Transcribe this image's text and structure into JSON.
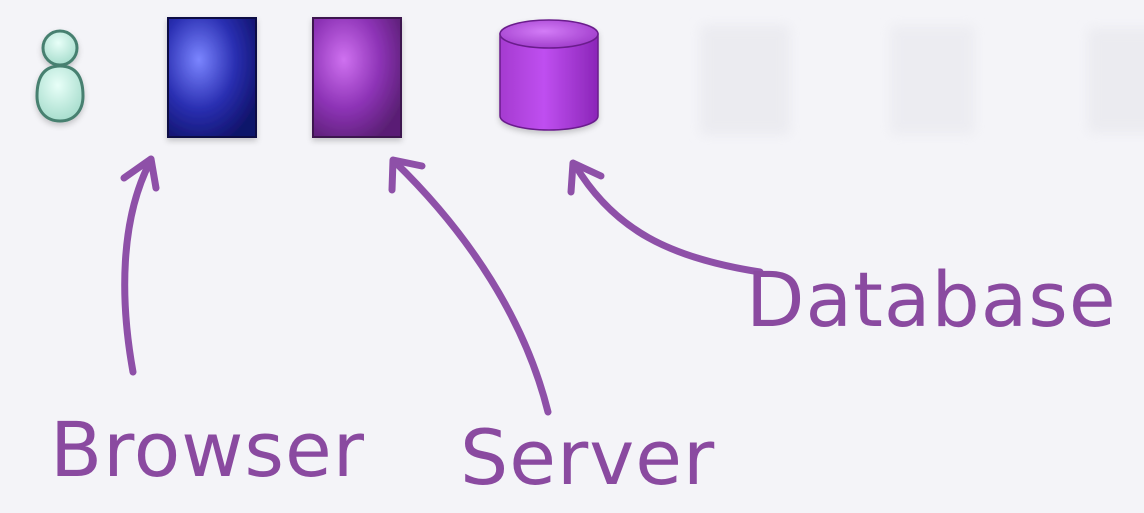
{
  "labels": {
    "browser": "Browser",
    "server": "Server",
    "database": "Database"
  },
  "icons": {
    "user": "user-icon",
    "browser": "browser-box",
    "server": "server-box",
    "database": "database-cylinder"
  },
  "colors": {
    "background": "#f4f4f8",
    "label": "#8a4aa0",
    "arrow": "#8e50a8",
    "browser_fill": "#2b2fa8",
    "server_fill": "#8a2fb0",
    "database_fill": "#a233c9",
    "user_fill": "#bfe8dc",
    "user_stroke": "#46806f"
  }
}
